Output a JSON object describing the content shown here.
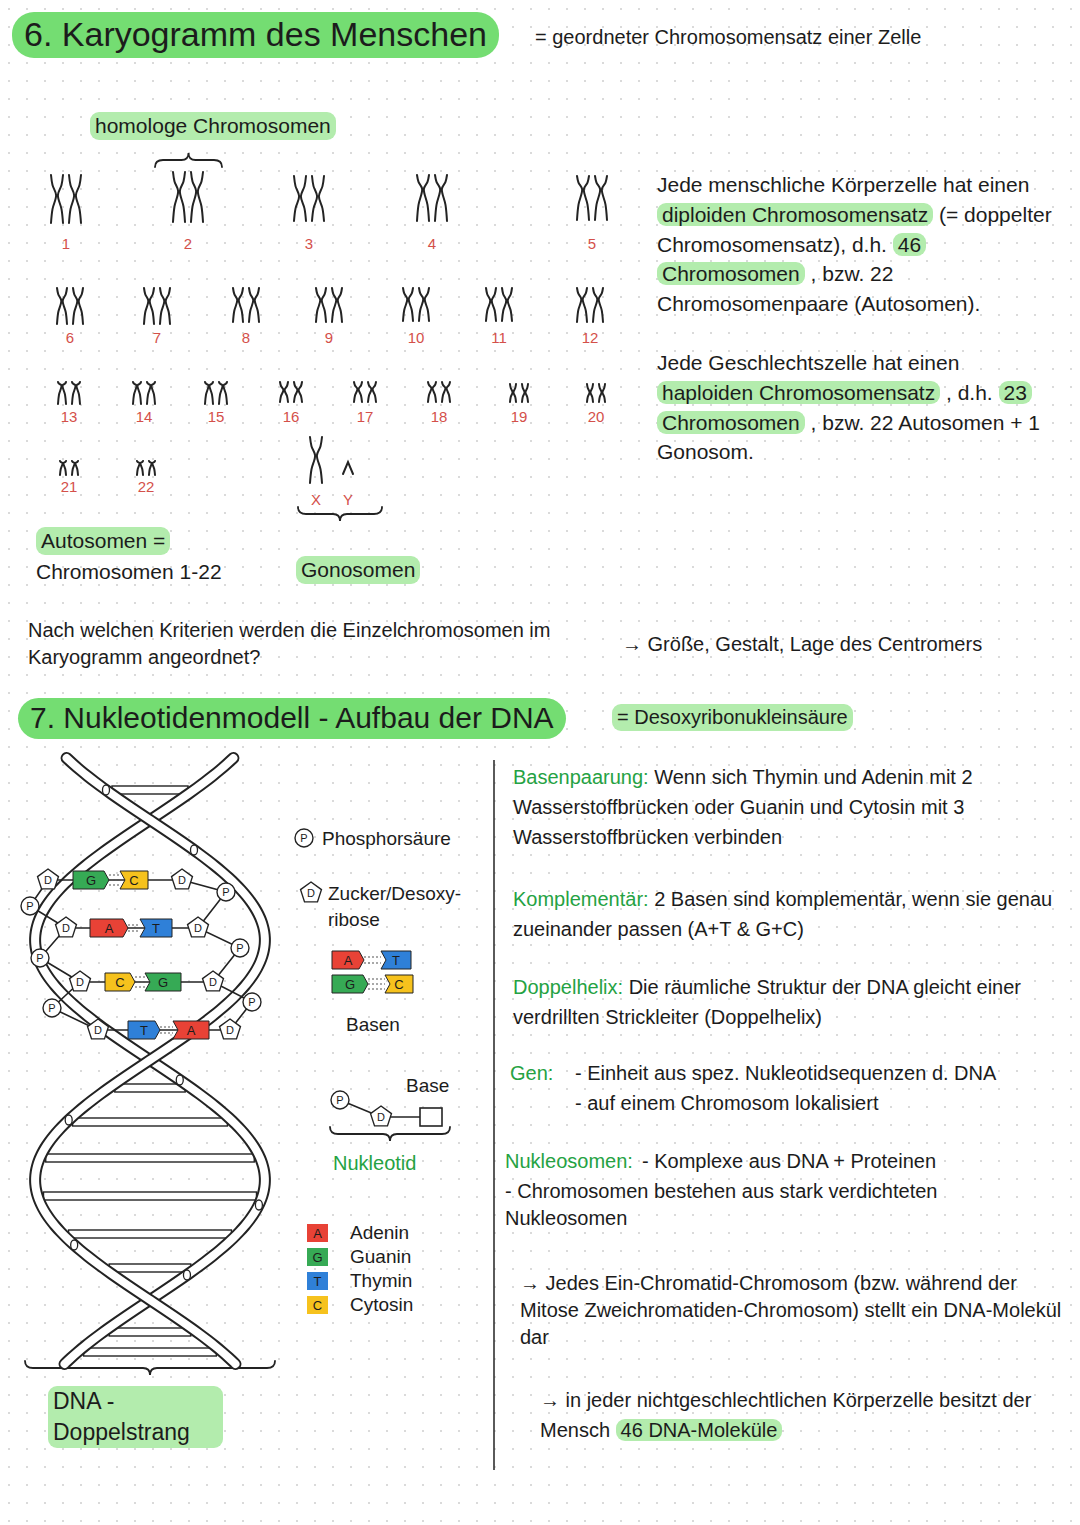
{
  "diagram": {
    "labels": [
      "6. Karyogramm des Menschen",
      "= geordneter Chromosomensatz einer Zelle",
      "homologe Chromosomen",
      "1",
      "2",
      "3",
      "4",
      "5",
      "6",
      "7",
      "8",
      "9",
      "10",
      "11",
      "12",
      "13",
      "14",
      "15",
      "16",
      "17",
      "18",
      "19",
      "20",
      "21",
      "22",
      "X",
      "Y",
      "Autosomen =",
      "Chromosomen 1-22",
      "Gonosomen",
      "Jede menschliche Körperzelle hat einen",
      "diploiden Chromosomensatz",
      "(= doppelter Chromosomensatz), d.h.",
      "46 Chromosomen",
      ", bzw. 22 Chromosomenpaare (Autosomen).",
      "Jede Geschlechtszelle hat einen",
      "haploiden Chromosomensatz",
      ", d.h.",
      "23 Chromosomen",
      ", bzw. 22 Autosomen + 1 Gonosom.",
      "Nach welchen Kriterien werden die Einzelchromosomen im Karyogramm angeordnet?",
      "→ Größe, Gestalt, Lage des Centromers",
      "7. Nukleotidenmodell - Aufbau der DNA",
      "= Desoxyribonukleinsäure",
      "D",
      "G",
      "C",
      "D",
      "P",
      "P",
      "D",
      "A",
      "T",
      "D",
      "P",
      "P",
      "D",
      "C",
      "G",
      "D",
      "P",
      "P",
      "D",
      "T",
      "A",
      "D",
      "P",
      "Phosphorsäure",
      "D",
      "Zucker/Desoxy- ribose",
      "A",
      "T",
      "G",
      "C",
      "Basen",
      "Base",
      "P",
      "D",
      "Nukleotid",
      "A",
      "G",
      "T",
      "C",
      "DNA - Doppelstrang",
      "Basenpaarung:",
      "Wenn sich Thymin und Adenin mit 2 Wasserstoffbrücken oder Guanin und Cytosin mit 3 Wasserstoffbrücken verbinden",
      "Komplementär:",
      "2 Basen sind komplementär, wenn sie genau zueinander passen (A+T & G+C)",
      "Doppelhelix:",
      "Die räumliche Struktur der DNA gleicht einer verdrillten Strickleiter (Doppelhelix)",
      "Gen:",
      "- Einheit aus spez. Nukleotidsequenzen d. DNA",
      "- auf einem Chromosom lokalisiert",
      "Nukleosomen:",
      "- Komplexe aus DNA + Proteinen",
      "- Chromosomen bestehen aus stark verdichteten Nukleosomen",
      "→ Jedes Ein-Chromatid-Chromosom (bzw. während der Mitose Zweichromatiden-Chromosom) stellt ein DNA-Molekül dar",
      "→ in jeder nichtgeschlechtlichen Körperzelle besitzt der Mensch",
      "46 DNA-Moleküle"
    ],
    "legend": [
      {
        "text": "Adenin",
        "color": "#e84236"
      },
      {
        "text": "Guanin",
        "color": "#36aa55"
      },
      {
        "text": "Thymin",
        "color": "#2f80d8"
      },
      {
        "text": "Cytosin",
        "color": "#f6c21d"
      }
    ]
  }
}
